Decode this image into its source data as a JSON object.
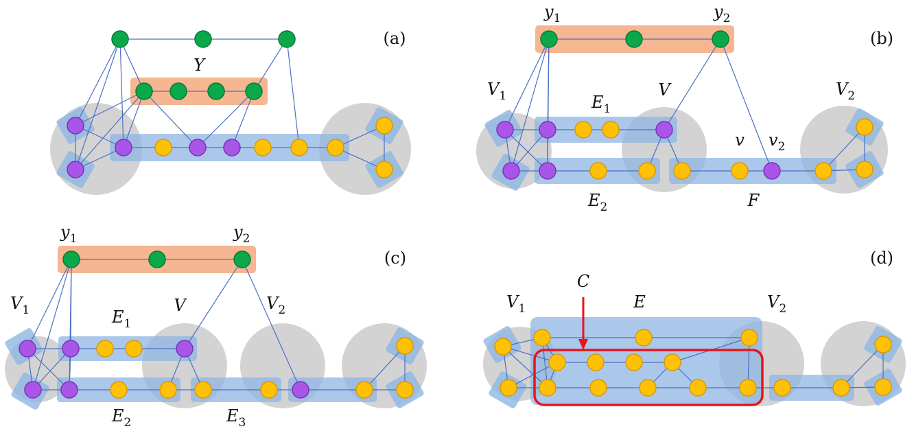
{
  "colors": {
    "background": "#ffffff",
    "edge": "#4a6fc4",
    "green_node": "#0aa84b",
    "green_node_stroke": "#087a36",
    "purple_node": "#a955e8",
    "purple_node_stroke": "#7a34b8",
    "yellow_node": "#ffc107",
    "yellow_node_stroke": "#d69a00",
    "blue_band": "#8fb6e3",
    "orange_band": "#f3a97e",
    "gray_disk": "#c4c4c4",
    "red_box": "#e8141b",
    "red_arrow": "#e8141b"
  },
  "panels": [
    {
      "id": "a",
      "caption": "(a)",
      "labels": [
        {
          "id": "Y",
          "base": "Y",
          "sub": ""
        }
      ]
    },
    {
      "id": "b",
      "caption": "(b)",
      "labels": [
        {
          "id": "y1",
          "base": "y",
          "sub": "1"
        },
        {
          "id": "y2",
          "base": "y",
          "sub": "2"
        },
        {
          "id": "V1",
          "base": "V",
          "sub": "1"
        },
        {
          "id": "E1",
          "base": "E",
          "sub": "1"
        },
        {
          "id": "V",
          "base": "V",
          "sub": ""
        },
        {
          "id": "V2",
          "base": "V",
          "sub": "2"
        },
        {
          "id": "v",
          "base": "v",
          "sub": ""
        },
        {
          "id": "v2",
          "base": "v",
          "sub": "2"
        },
        {
          "id": "E2",
          "base": "E",
          "sub": "2"
        },
        {
          "id": "F",
          "base": "F",
          "sub": ""
        }
      ]
    },
    {
      "id": "c",
      "caption": "(c)",
      "labels": [
        {
          "id": "y1",
          "base": "y",
          "sub": "1"
        },
        {
          "id": "y2",
          "base": "y",
          "sub": "2"
        },
        {
          "id": "V1",
          "base": "V",
          "sub": "1"
        },
        {
          "id": "E1",
          "base": "E",
          "sub": "1"
        },
        {
          "id": "V",
          "base": "V",
          "sub": ""
        },
        {
          "id": "V2",
          "base": "V",
          "sub": "2"
        },
        {
          "id": "E2",
          "base": "E",
          "sub": "2"
        },
        {
          "id": "E3",
          "base": "E",
          "sub": "3"
        }
      ]
    },
    {
      "id": "d",
      "caption": "(d)",
      "labels": [
        {
          "id": "C",
          "base": "C",
          "sub": ""
        },
        {
          "id": "V1",
          "base": "V",
          "sub": "1"
        },
        {
          "id": "E",
          "base": "E",
          "sub": ""
        },
        {
          "id": "V2",
          "base": "V",
          "sub": "2"
        }
      ]
    }
  ]
}
